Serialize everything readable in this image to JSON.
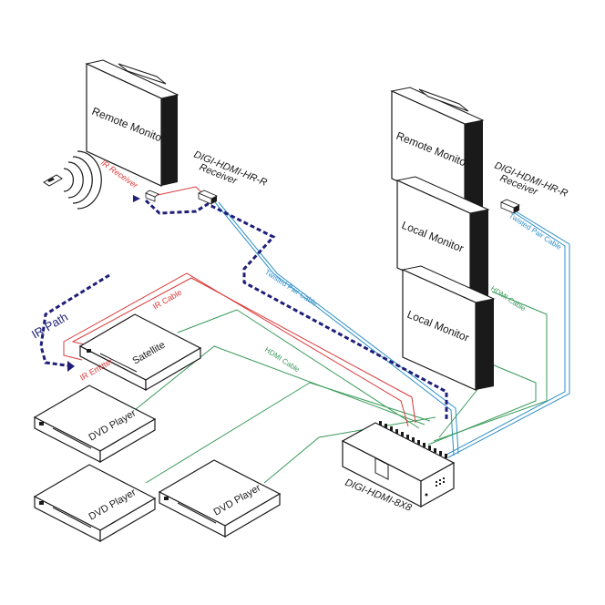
{
  "labels": {
    "remote_monitor_1": "Remote Monitor",
    "remote_monitor_2": "Remote Monitor",
    "local_monitor_1": "Local Monitor",
    "local_monitor_2": "Local Monitor",
    "receiver_1_model": "DIGI-HDMI-HR-R",
    "receiver_1_word": "Receiver",
    "receiver_2_model": "DIGI-HDMI-HR-R",
    "receiver_2_word": "Receiver",
    "ir_receiver": "IR Receiver",
    "ir_emitter": "IR Emitter",
    "ir_cable": "IR Cable",
    "ir_path": "IR Path",
    "twisted_pair_1": "Twisted Pair Cable",
    "twisted_pair_2": "Twisted Pair Cable",
    "hdmi_cable_1": "HDMI Cable",
    "hdmi_cable_2": "HDMI Cable",
    "satellite": "Satellite",
    "dvd_1": "DVD Player",
    "dvd_2": "DVD Player",
    "dvd_3": "DVD Player",
    "switch": "DIGI-HDMI-8X8"
  },
  "colors": {
    "ir": "#d93a3a",
    "hdmi": "#3a9a5a",
    "twisted": "#2e8fc8",
    "ir_path": "#1f1f7a",
    "line": "#1a1a1a"
  }
}
